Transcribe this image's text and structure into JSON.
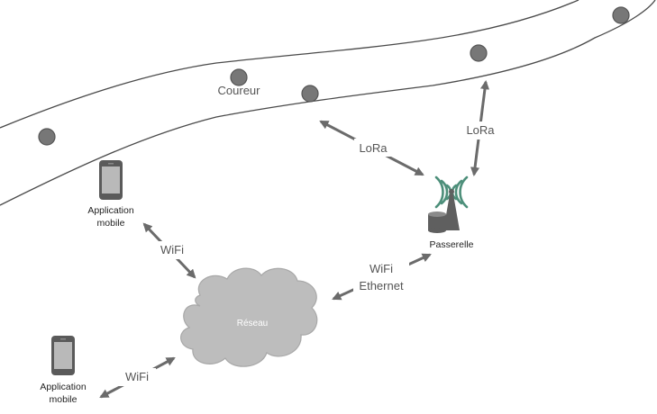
{
  "colors": {
    "road_stroke": "#4a4a4a",
    "runner_fill": "#777777",
    "runner_stroke": "#555555",
    "arrow": "#6b6b6b",
    "label_text": "#555555",
    "device_body": "#5a5a5a",
    "device_screen": "#b9b9b9",
    "cloud_fill": "#bdbdbd",
    "cloud_stroke": "#a8a8a8",
    "antenna_wave": "#4d8f7a",
    "gateway_body": "#5f5f5f"
  },
  "labels": {
    "runner": "Coureur",
    "gateway": "Passerelle",
    "network": "Réseau",
    "lora_left": "LoRa",
    "lora_right": "LoRa",
    "wifi_top": "WiFi",
    "wifi_bottom": "WiFi",
    "wifi_ethernet_line1": "WiFi",
    "wifi_ethernet_line2": "Ethernet",
    "app_top_line1": "Application",
    "app_top_line2": "mobile",
    "app_bottom_line1": "Application",
    "app_bottom_line2": "mobile"
  },
  "icons": {
    "runner_marker": "runner-dot-icon",
    "phone": "smartphone-icon",
    "gateway": "antenna-gateway-icon",
    "network": "cloud-icon"
  }
}
